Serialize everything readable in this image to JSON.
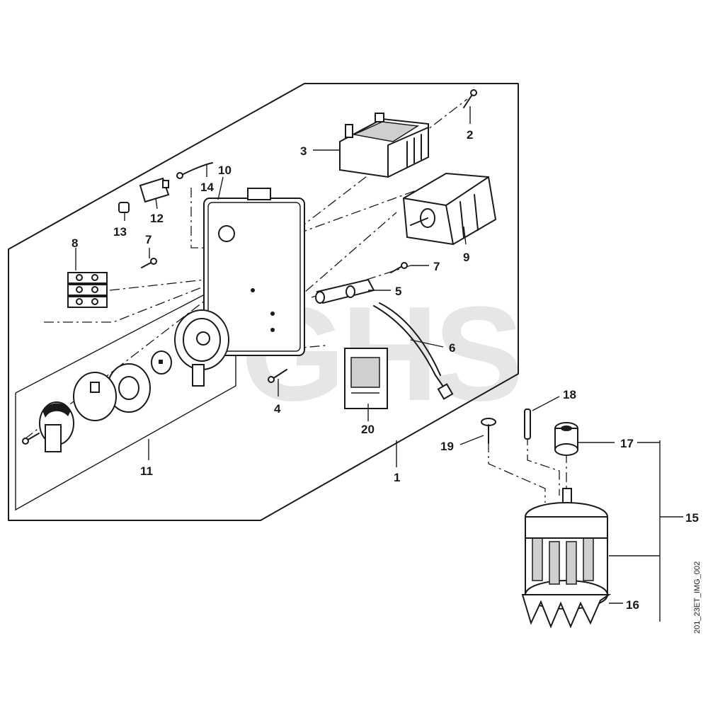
{
  "watermark": "GHS",
  "image_ref": "201_23ET_IMG_002",
  "callouts": [
    {
      "id": "1",
      "text": "1"
    },
    {
      "id": "2",
      "text": "2"
    },
    {
      "id": "3",
      "text": "3"
    },
    {
      "id": "4",
      "text": "4"
    },
    {
      "id": "5",
      "text": "5"
    },
    {
      "id": "6",
      "text": "6"
    },
    {
      "id": "7a",
      "text": "7"
    },
    {
      "id": "7b",
      "text": "7"
    },
    {
      "id": "8",
      "text": "8"
    },
    {
      "id": "9",
      "text": "9"
    },
    {
      "id": "10",
      "text": "10"
    },
    {
      "id": "11",
      "text": "11"
    },
    {
      "id": "12",
      "text": "12"
    },
    {
      "id": "13",
      "text": "13"
    },
    {
      "id": "14",
      "text": "14"
    },
    {
      "id": "15",
      "text": "15"
    },
    {
      "id": "16",
      "text": "16"
    },
    {
      "id": "17",
      "text": "17"
    },
    {
      "id": "18",
      "text": "18"
    },
    {
      "id": "19",
      "text": "19"
    },
    {
      "id": "20",
      "text": "20"
    }
  ]
}
